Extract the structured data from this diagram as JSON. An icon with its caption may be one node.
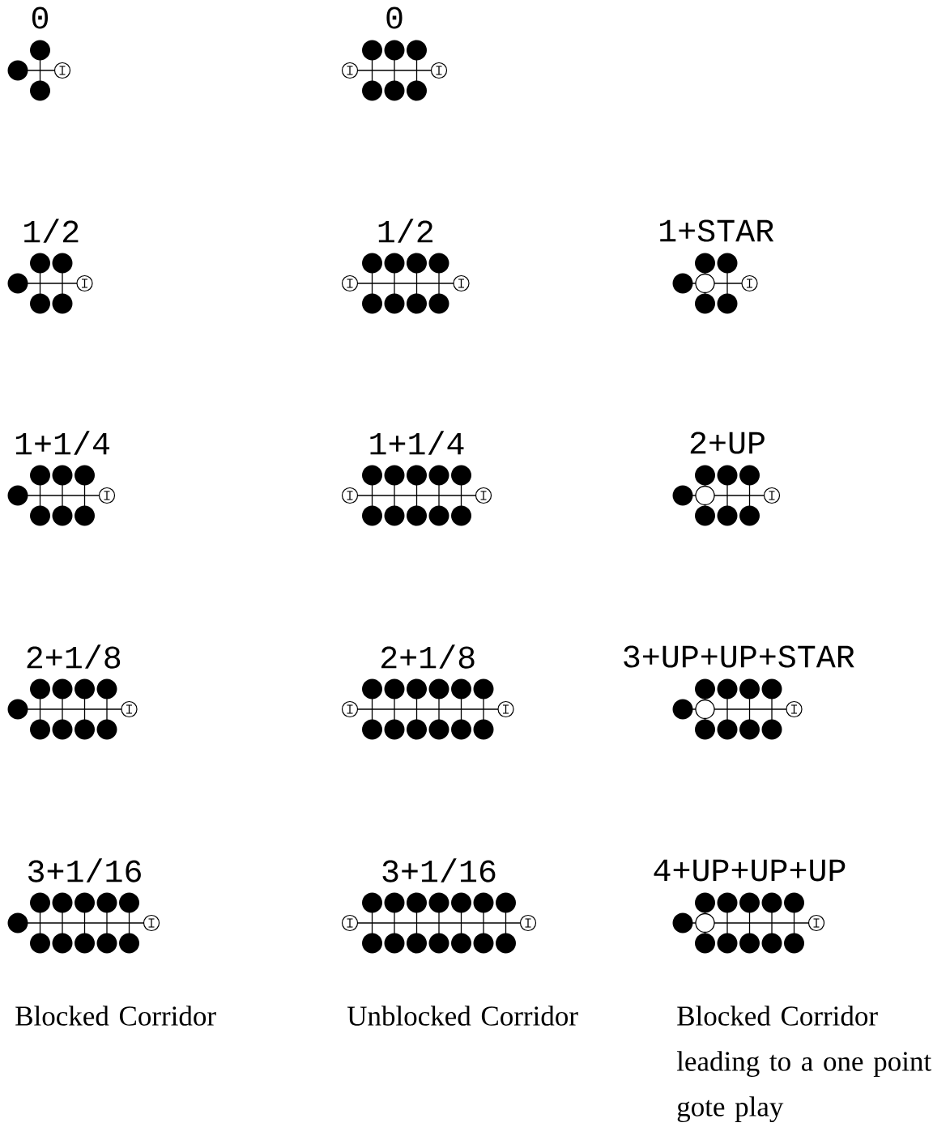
{
  "diagram": {
    "labels": [
      "0",
      "0",
      "1/2",
      "1/2",
      "1+STAR",
      "1+1/4",
      "1+1/4",
      "2+UP",
      "2+1/8",
      "2+1/8",
      "3+UP+UP+STAR",
      "3+1/16",
      "3+1/16",
      "4+UP+UP+UP",
      "Blocked Corridor",
      "Unblocked Corridor",
      "Blocked Corridor leading to a one point gote play"
    ]
  }
}
